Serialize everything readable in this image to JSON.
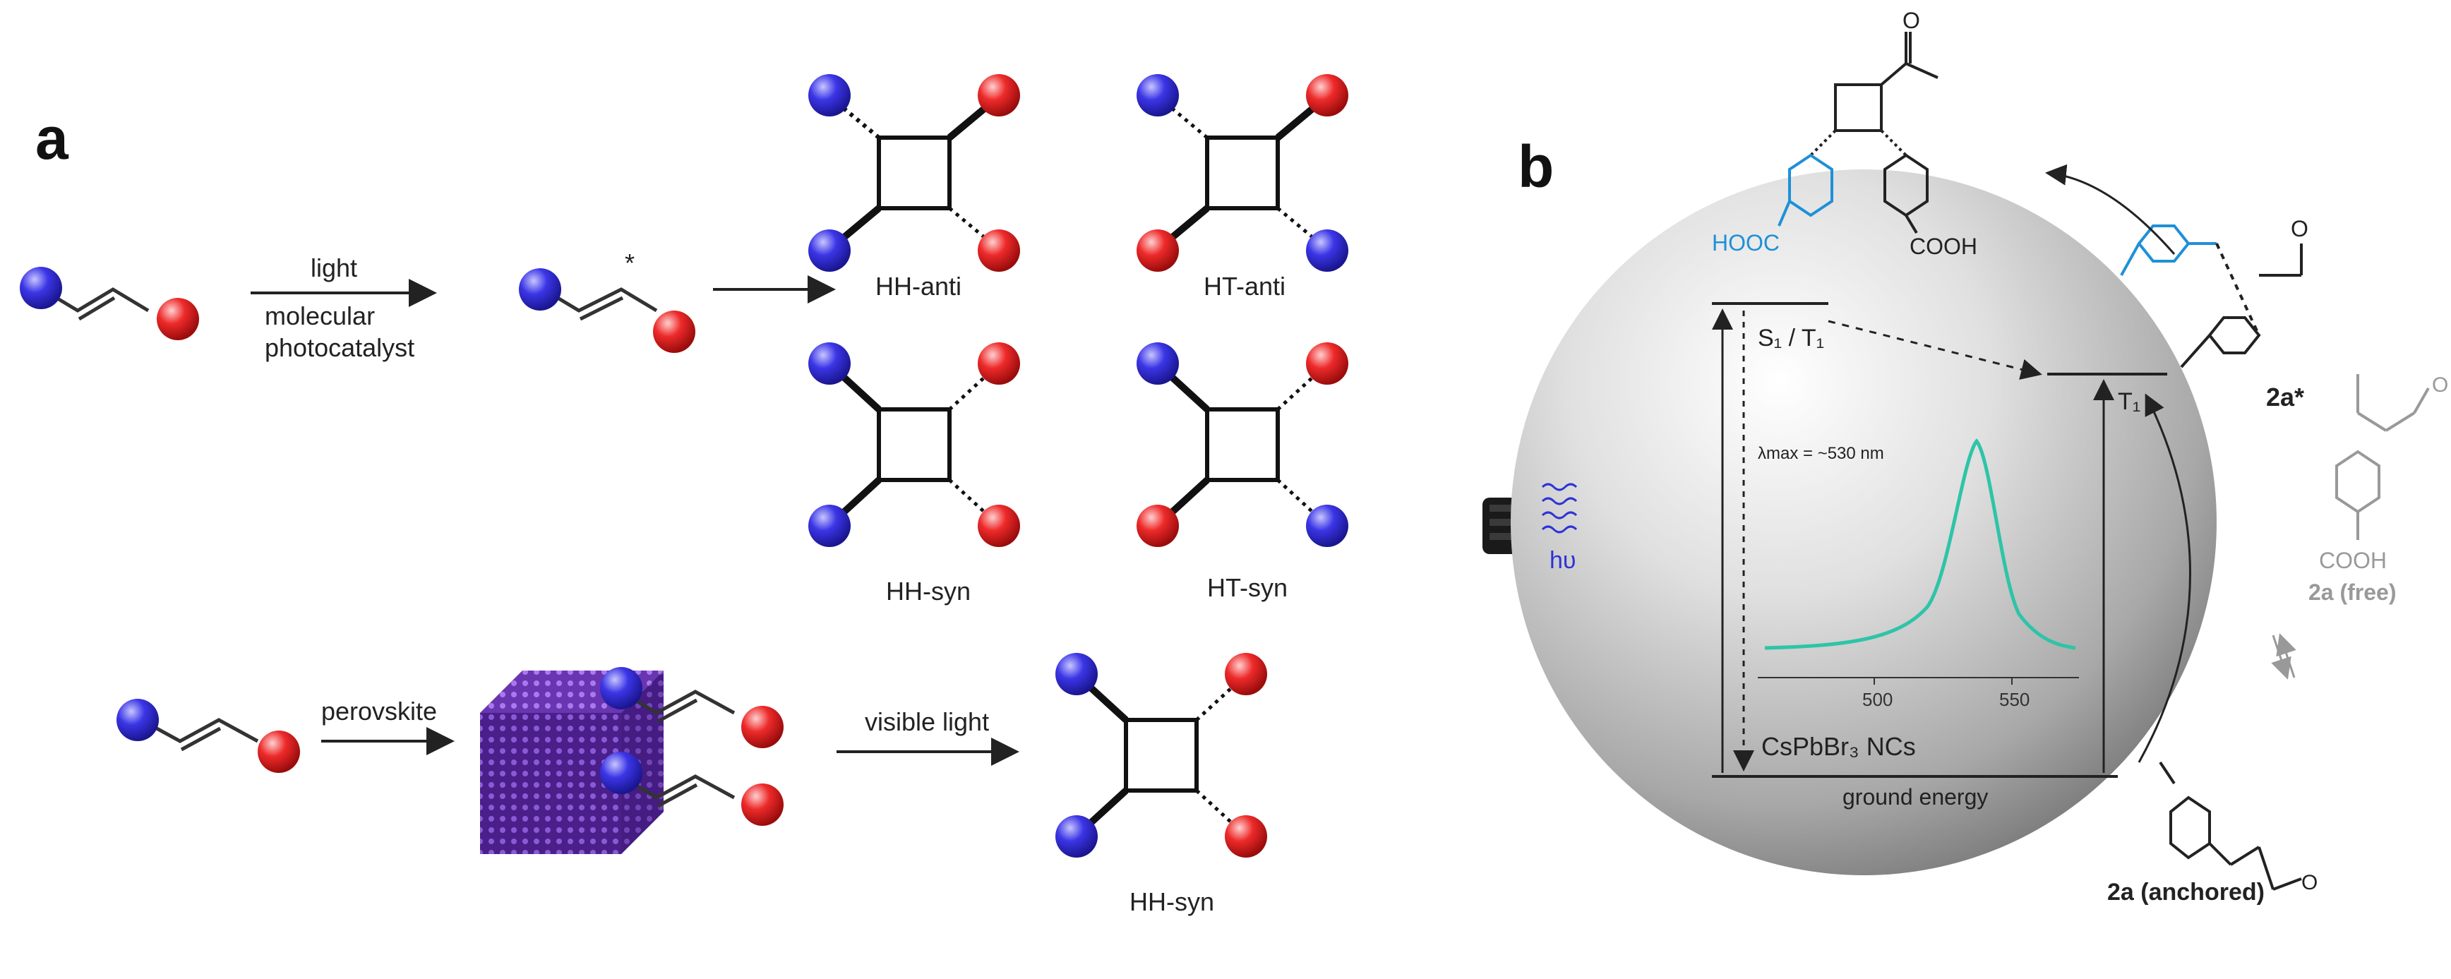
{
  "panel_a": {
    "label": "a",
    "arrow1_top": "light",
    "arrow1_bottom_line1": "molecular",
    "arrow1_bottom_line2": "photocatalyst",
    "excited_marker": "*",
    "products": [
      {
        "label": "HH-anti"
      },
      {
        "label": "HT-anti"
      },
      {
        "label": "HH-syn"
      },
      {
        "label": "HT-syn"
      }
    ],
    "row2_arrow1": "perovskite",
    "row2_arrow2": "visible light",
    "row2_product": "HH-syn"
  },
  "panel_b": {
    "label": "b",
    "state_upper": "S₁ / T₁",
    "state_triplet": "T₁",
    "lambda_label": "λmax = ~530 nm",
    "spectrum_ticks": [
      "500",
      "550"
    ],
    "material": "CsPbBr₃ NCs",
    "ground": "ground energy",
    "light_symbol": "hυ",
    "cooh_left": "HOOC",
    "cooh_right": "COOH",
    "excited_label": "2a*",
    "free_cooh": "COOH",
    "free_label": "2a (free)",
    "anchored_label": "2a (anchored)"
  },
  "colors": {
    "blue_ball": "#3b35e6",
    "red_ball": "#ee2a2a",
    "highlight_blue": "#1e90d8",
    "grey_molecule": "#999999",
    "spectrum_green": "#2ec4a8",
    "crystal_purple": "#5a2a9a"
  }
}
